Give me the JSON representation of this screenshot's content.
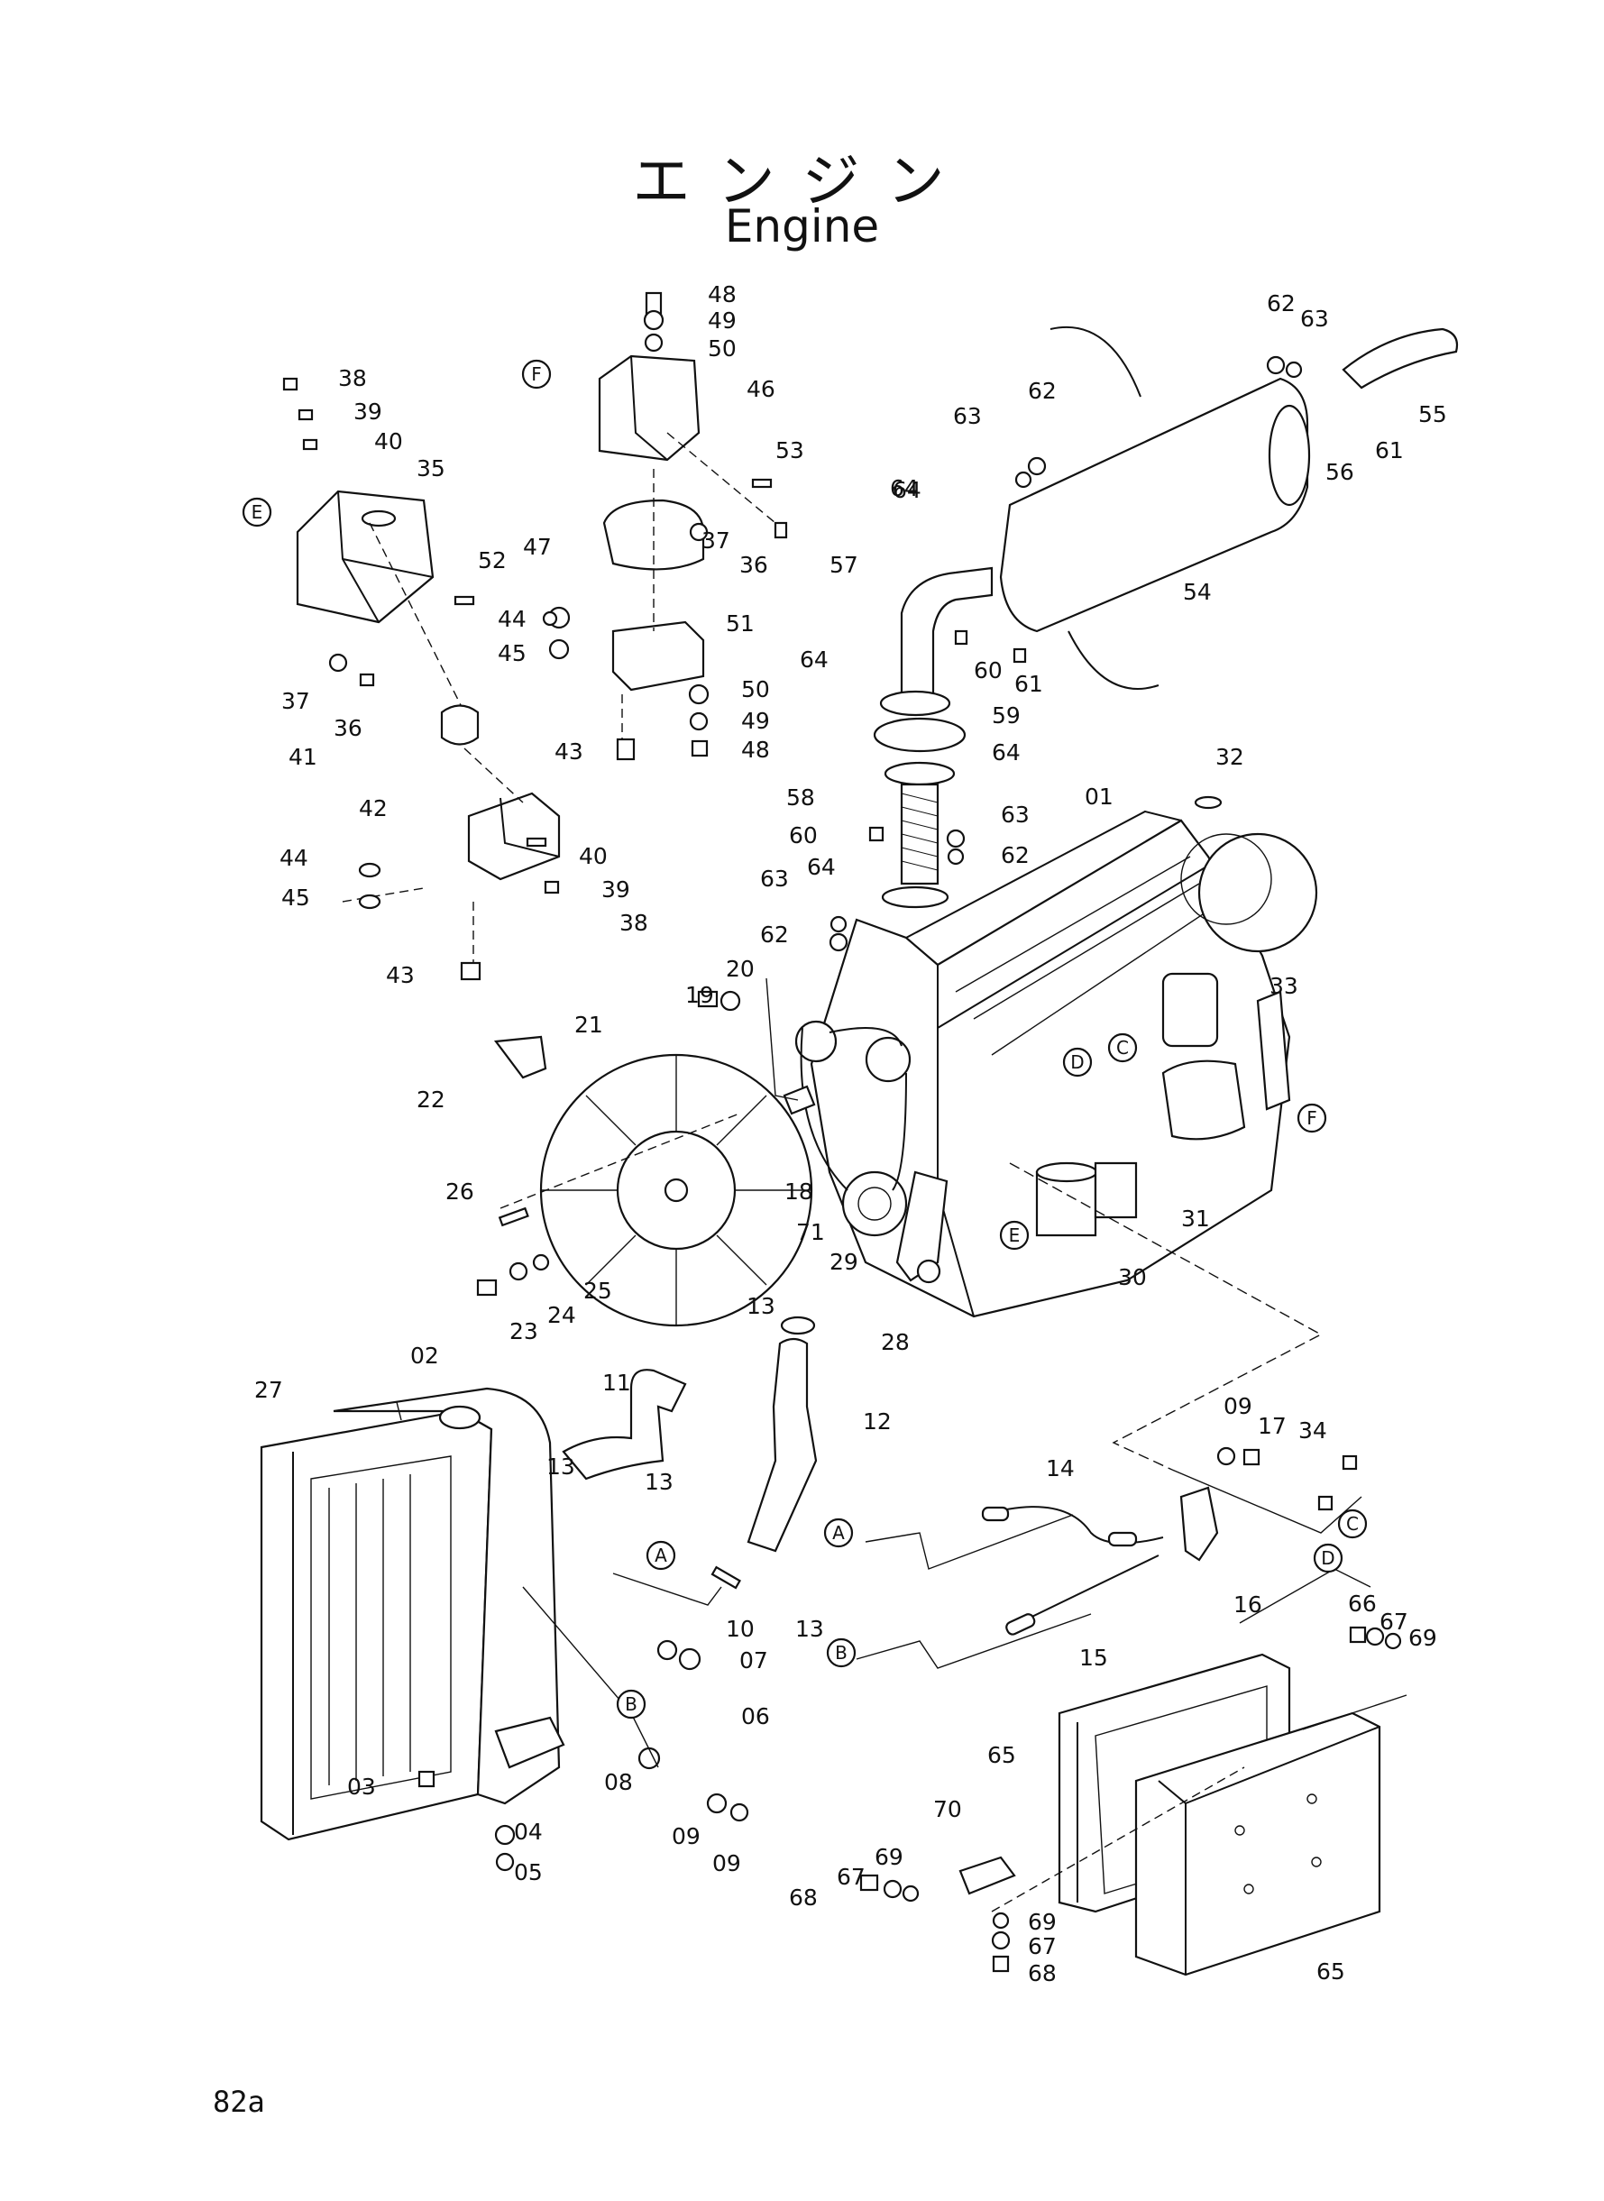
{
  "title": {
    "japanese": "エンジン",
    "english": "Engine"
  },
  "page_number": "82a",
  "callouts": {
    "left": [
      "38",
      "39",
      "40",
      "35",
      "52",
      "37",
      "36",
      "41",
      "42",
      "44",
      "45",
      "40",
      "39",
      "38",
      "43",
      "21",
      "22",
      "26",
      "23",
      "24",
      "25",
      "19",
      "20",
      "18",
      "27",
      "02",
      "11",
      "13",
      "13",
      "03",
      "04",
      "05",
      "07",
      "06",
      "08",
      "09",
      "10",
      "09"
    ],
    "center": [
      "48",
      "49",
      "50",
      "46",
      "53",
      "47",
      "37",
      "36",
      "44",
      "45",
      "51",
      "50",
      "49",
      "48",
      "43",
      "57",
      "64",
      "60",
      "61",
      "64",
      "59",
      "64",
      "58",
      "60",
      "63",
      "62",
      "64",
      "63",
      "62",
      "13",
      "12",
      "13",
      "71",
      "29",
      "28"
    ],
    "right": [
      "62",
      "63",
      "55",
      "56",
      "61",
      "62",
      "63",
      "64",
      "54",
      "01",
      "32",
      "33",
      "31",
      "30",
      "09",
      "17",
      "34",
      "14",
      "16",
      "15",
      "66",
      "67",
      "69",
      "65",
      "65",
      "70",
      "69",
      "68",
      "67",
      "69",
      "67",
      "68"
    ]
  },
  "reference_letters": [
    "A",
    "B",
    "C",
    "D",
    "E",
    "F"
  ]
}
